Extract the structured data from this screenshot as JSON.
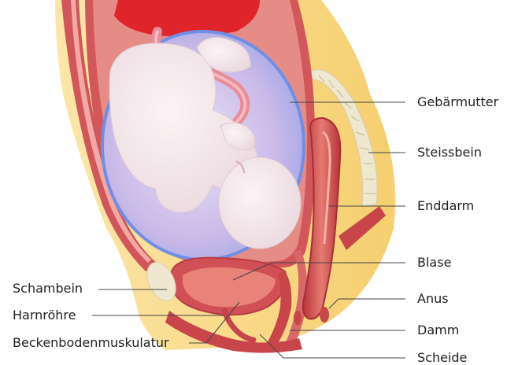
{
  "diagram": {
    "labels_right": {
      "gebaermutter": "Gebärmutter",
      "steissbein": "Steissbein",
      "enddarm": "Enddarm",
      "blase": "Blase",
      "anus": "Anus",
      "damm": "Damm",
      "scheide": "Scheide"
    },
    "labels_left": {
      "schambein": "Schambein",
      "harnroehre": "Harnröhre",
      "beckenboden": "Beckenbodenmuskulatur"
    }
  },
  "colors": {
    "skin": "#f7d98a",
    "fat": "#f2c35e",
    "muscle": "#c8464a",
    "muscle_light": "#e6888a",
    "uterus_wall": "#d2575b",
    "amniotic": "#c6b4e6",
    "amniotic_edge": "#6f8fe6",
    "fetus": "#f6ecee",
    "placenta": "#e0242b",
    "bone": "#efe7cf",
    "line": "#444444"
  }
}
